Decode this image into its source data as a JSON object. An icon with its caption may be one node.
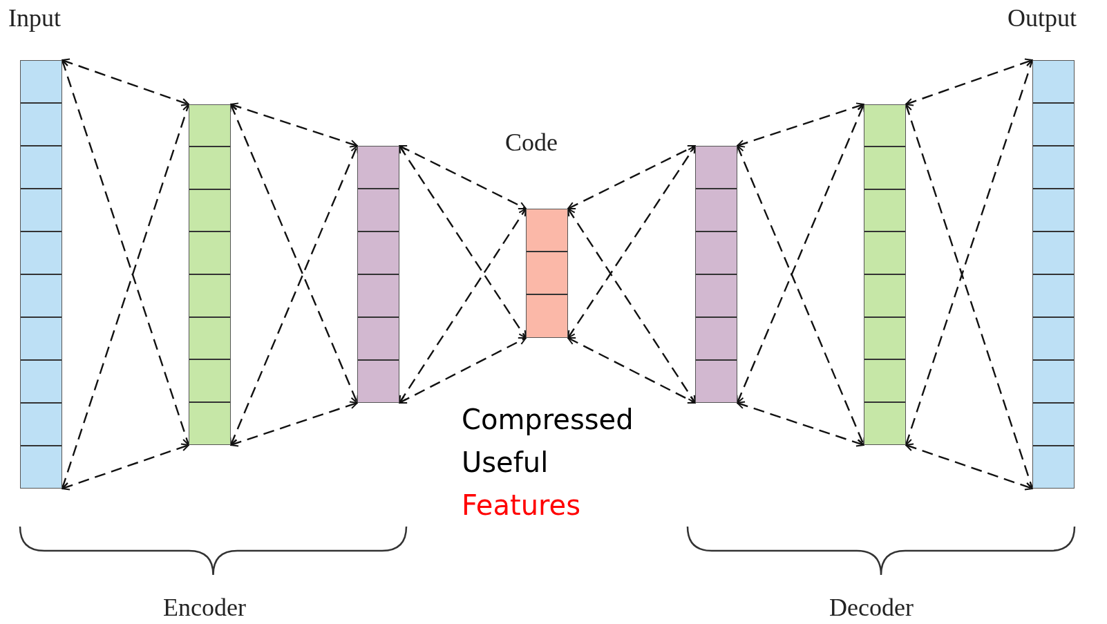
{
  "diagram": {
    "nodes": [
      {
        "text": [
          "Input"
        ]
      },
      {
        "text": [],
        "shape": "bar"
      },
      {
        "text": [],
        "shape": "bar"
      },
      {
        "text": [
          "Code"
        ]
      },
      {
        "text": [],
        "shape": "bar"
      },
      {
        "text": [],
        "shape": "bar"
      },
      {
        "text": [
          "Output"
        ]
      }
    ],
    "edges": [
      {
        "from": 0,
        "to": 1,
        "arrow": "both",
        "style": "dashed"
      },
      {
        "from": 0,
        "to": 1,
        "arrow": "both",
        "style": "dashed"
      },
      {
        "from": 0,
        "to": 1,
        "arrow": "both",
        "style": "dashed"
      },
      {
        "from": 0,
        "to": 1,
        "arrow": "both",
        "style": "dashed"
      },
      {
        "from": 1,
        "to": 2,
        "arrow": "both",
        "style": "dashed"
      },
      {
        "from": 1,
        "to": 2,
        "arrow": "both",
        "style": "dashed"
      },
      {
        "from": 1,
        "to": 2,
        "arrow": "both",
        "style": "dashed"
      },
      {
        "from": 1,
        "to": 2,
        "arrow": "both",
        "style": "dashed"
      },
      {
        "from": 2,
        "to": 3,
        "arrow": "both",
        "style": "dashed"
      },
      {
        "from": 2,
        "to": 3,
        "arrow": "both",
        "style": "dashed"
      },
      {
        "from": 2,
        "to": 3,
        "arrow": "both",
        "style": "dashed"
      },
      {
        "from": 2,
        "to": 3,
        "arrow": "both",
        "style": "dashed"
      },
      {
        "from": 3,
        "to": 4,
        "arrow": "both",
        "style": "dashed"
      },
      {
        "from": 3,
        "to": 4,
        "arrow": "both",
        "style": "dashed"
      },
      {
        "from": 3,
        "to": 4,
        "arrow": "both",
        "style": "dashed"
      },
      {
        "from": 3,
        "to": 4,
        "arrow": "both",
        "style": "dashed"
      },
      {
        "from": 4,
        "to": 5,
        "arrow": "both",
        "style": "dashed"
      },
      {
        "from": 4,
        "to": 5,
        "arrow": "both",
        "style": "dashed"
      },
      {
        "from": 4,
        "to": 5,
        "arrow": "both",
        "style": "dashed"
      },
      {
        "from": 4,
        "to": 5,
        "arrow": "both",
        "style": "dashed"
      },
      {
        "from": 5,
        "to": 6,
        "arrow": "both",
        "style": "dashed"
      },
      {
        "from": 5,
        "to": 6,
        "arrow": "both",
        "style": "dashed"
      },
      {
        "from": 5,
        "to": 6,
        "arrow": "both",
        "style": "dashed"
      },
      {
        "from": 5,
        "to": 6,
        "arrow": "both",
        "style": "dashed"
      }
    ],
    "labels": [
      "Compressed",
      "Useful",
      "Features",
      "Encoder",
      "Decoder"
    ]
  }
}
